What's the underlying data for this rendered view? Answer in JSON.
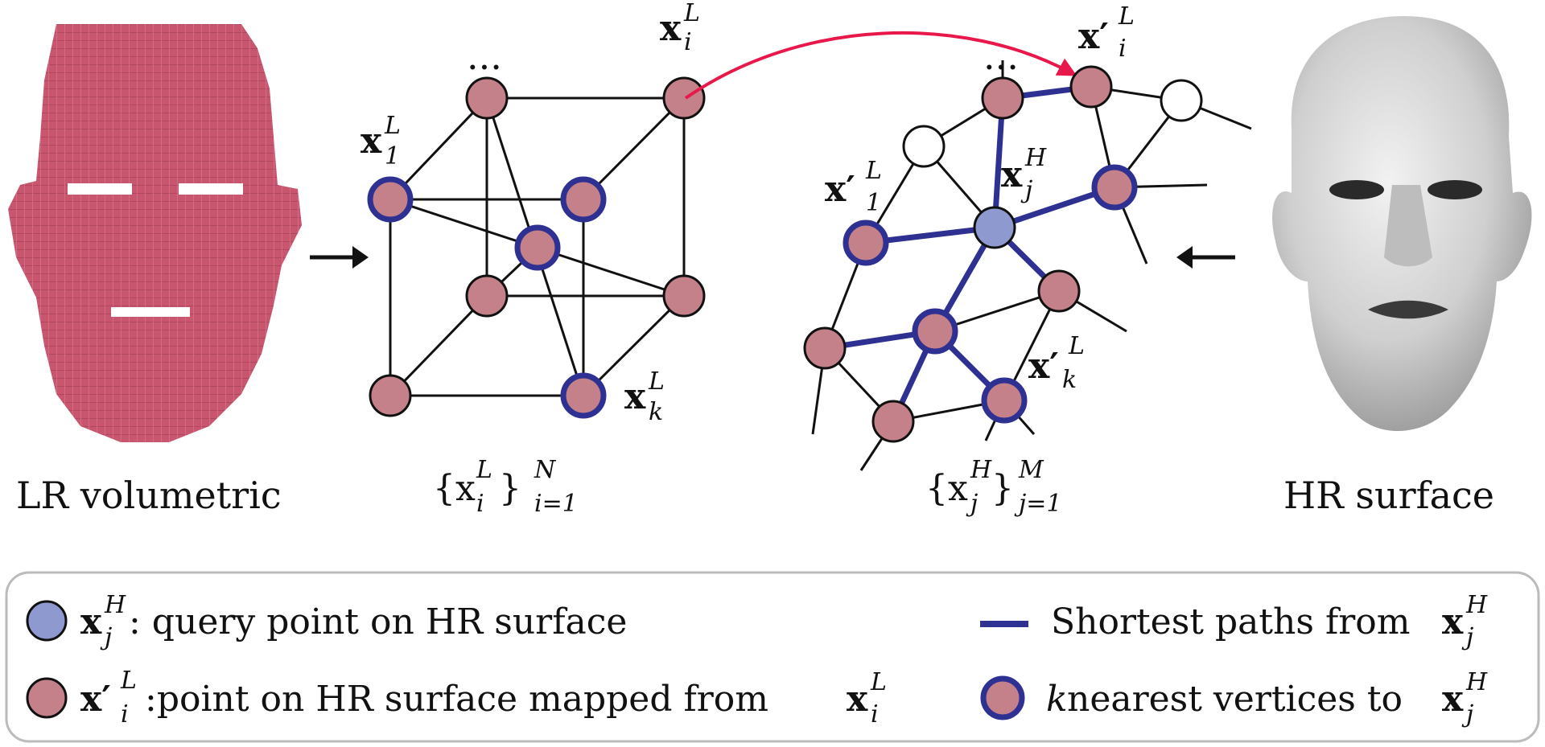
{
  "left_panel": {
    "caption": "LR volumetric"
  },
  "right_panel": {
    "caption": "HR surface"
  },
  "lr_graph": {
    "set_label": {
      "main": "{x",
      "sup": "L",
      "sub": "i",
      "close": "}",
      "range_sup": "N",
      "range_sub": "i=1"
    },
    "ellipsis": "...",
    "node_labels": {
      "xi": {
        "main": "x",
        "sup": "L",
        "sub": "i"
      },
      "x1": {
        "main": "x",
        "sup": "L",
        "sub": "1"
      },
      "xk": {
        "main": "x",
        "sup": "L",
        "sub": "k"
      }
    }
  },
  "hr_graph": {
    "set_label": {
      "main": "{x",
      "sup": "H",
      "sub": "j",
      "close": "}",
      "range_sup": "M",
      "range_sub": "j=1"
    },
    "ellipsis": "...",
    "node_labels": {
      "xpi": {
        "main": "x′",
        "sup": "L",
        "sub": "i"
      },
      "xp1": {
        "main": "x′",
        "sup": "L",
        "sub": "1"
      },
      "xj": {
        "main": "x",
        "sup": "H",
        "sub": "j"
      },
      "xpk": {
        "main": "x′",
        "sup": "L",
        "sub": "k"
      }
    }
  },
  "legend": {
    "query_point": {
      "sym": "x",
      "sup": "H",
      "sub": "j",
      "text": ": query point on HR surface"
    },
    "mapped_point": {
      "sym": "x′",
      "sup": "L",
      "sub": "i",
      "text": ":point on HR surface mapped from ",
      "sym2": "x",
      "sup2": "L",
      "sub2": "i"
    },
    "shortest_paths": {
      "text": "Shortest paths from ",
      "sym": "x",
      "sup": "H",
      "sub": "j"
    },
    "nearest": {
      "k": "k",
      "text": " nearest vertices to ",
      "sym": "x",
      "sup": "H",
      "sub": "j"
    }
  },
  "colors": {
    "lr_volume": "#c8566e",
    "node_fill": "#c4818a",
    "query_fill": "#8d99cf",
    "path_blue": "#2e3192",
    "arrow_red": "#e8194a",
    "legend_border": "#bbbbbb"
  }
}
